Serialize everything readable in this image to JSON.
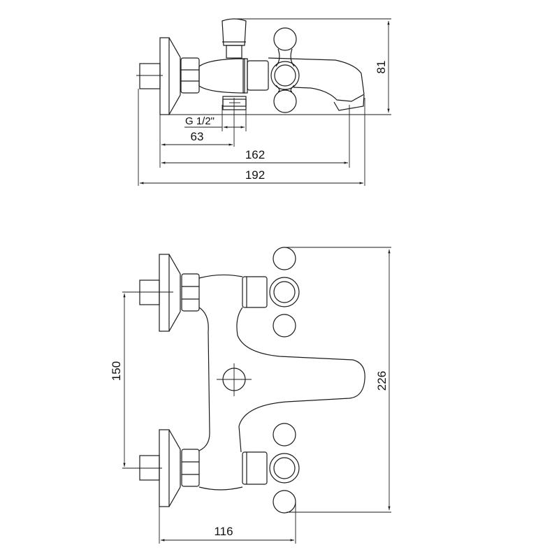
{
  "title": "Bath mixer dimension drawing",
  "side_view": {
    "dim_height": "81",
    "dim_thread": "G 1/2\"",
    "dim_inlet_offset": "63",
    "dim_spout_reach": "162",
    "dim_overall_length": "192"
  },
  "front_view": {
    "dim_center_distance": "150",
    "dim_overall_height": "226",
    "dim_depth": "116"
  },
  "colors": {
    "line": "#1a1a1a",
    "background": "#ffffff"
  }
}
